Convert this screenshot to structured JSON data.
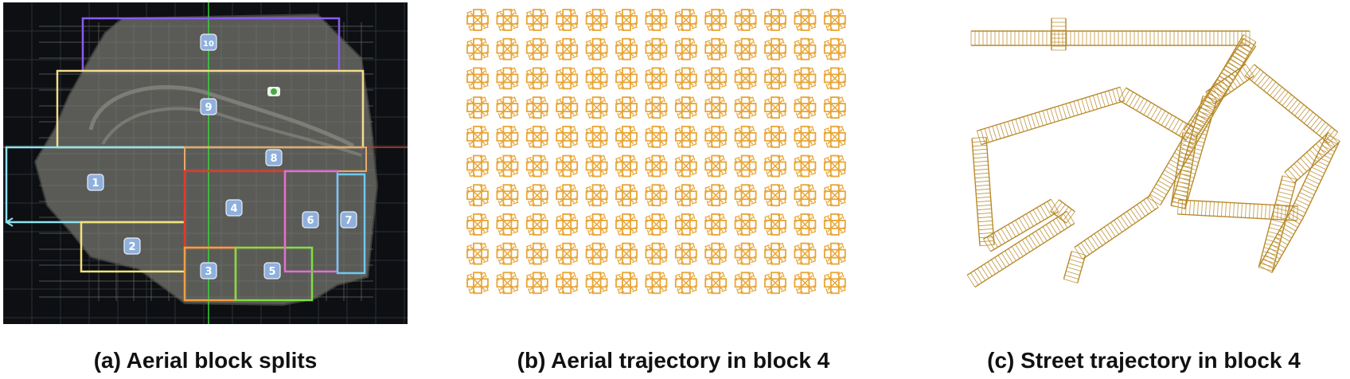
{
  "captions": {
    "a": "(a) Aerial block splits",
    "b": "(b) Aerial trajectory in block 4",
    "c": "(c) Street trajectory in block 4"
  },
  "colors": {
    "trajectory": "#E8A536",
    "street": "#B88A2A",
    "block_1": "#8FE3F0",
    "block_2": "#F3E27A",
    "block_3": "#F0A040",
    "block_4": "#E03A2A",
    "block_5": "#7FE040",
    "block_6": "#E070D0",
    "block_7": "#70C8F0",
    "block_8": "#E8A86A",
    "block_9": "#F3DC8A",
    "block_10": "#8A5CF0"
  },
  "blocks": [
    {
      "id": "1",
      "label": "1"
    },
    {
      "id": "2",
      "label": "2"
    },
    {
      "id": "3",
      "label": "3"
    },
    {
      "id": "4",
      "label": "4"
    },
    {
      "id": "5",
      "label": "5"
    },
    {
      "id": "6",
      "label": "6"
    },
    {
      "id": "7",
      "label": "7"
    },
    {
      "id": "8",
      "label": "8"
    },
    {
      "id": "9",
      "label": "9"
    },
    {
      "id": "10",
      "label": "10"
    }
  ],
  "aerial_grid": {
    "rows": 10,
    "cols": 13,
    "icon": "camera-frustum-icon"
  }
}
